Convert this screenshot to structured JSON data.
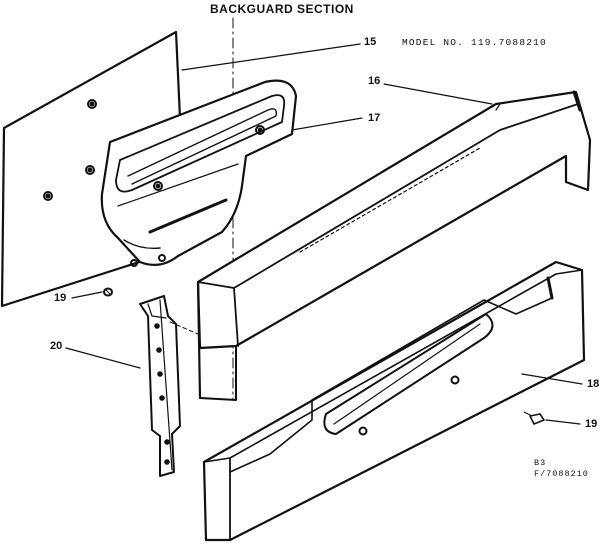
{
  "title": "BACKGUARD SECTION",
  "model": "MODEL NO. 119.7088210",
  "callouts": {
    "p15": "15",
    "p16": "16",
    "p17": "17",
    "p18": "18",
    "p19a": "19",
    "p19b": "19",
    "p20": "20"
  },
  "code": {
    "line1": "B3",
    "line2": "F/7088210"
  }
}
